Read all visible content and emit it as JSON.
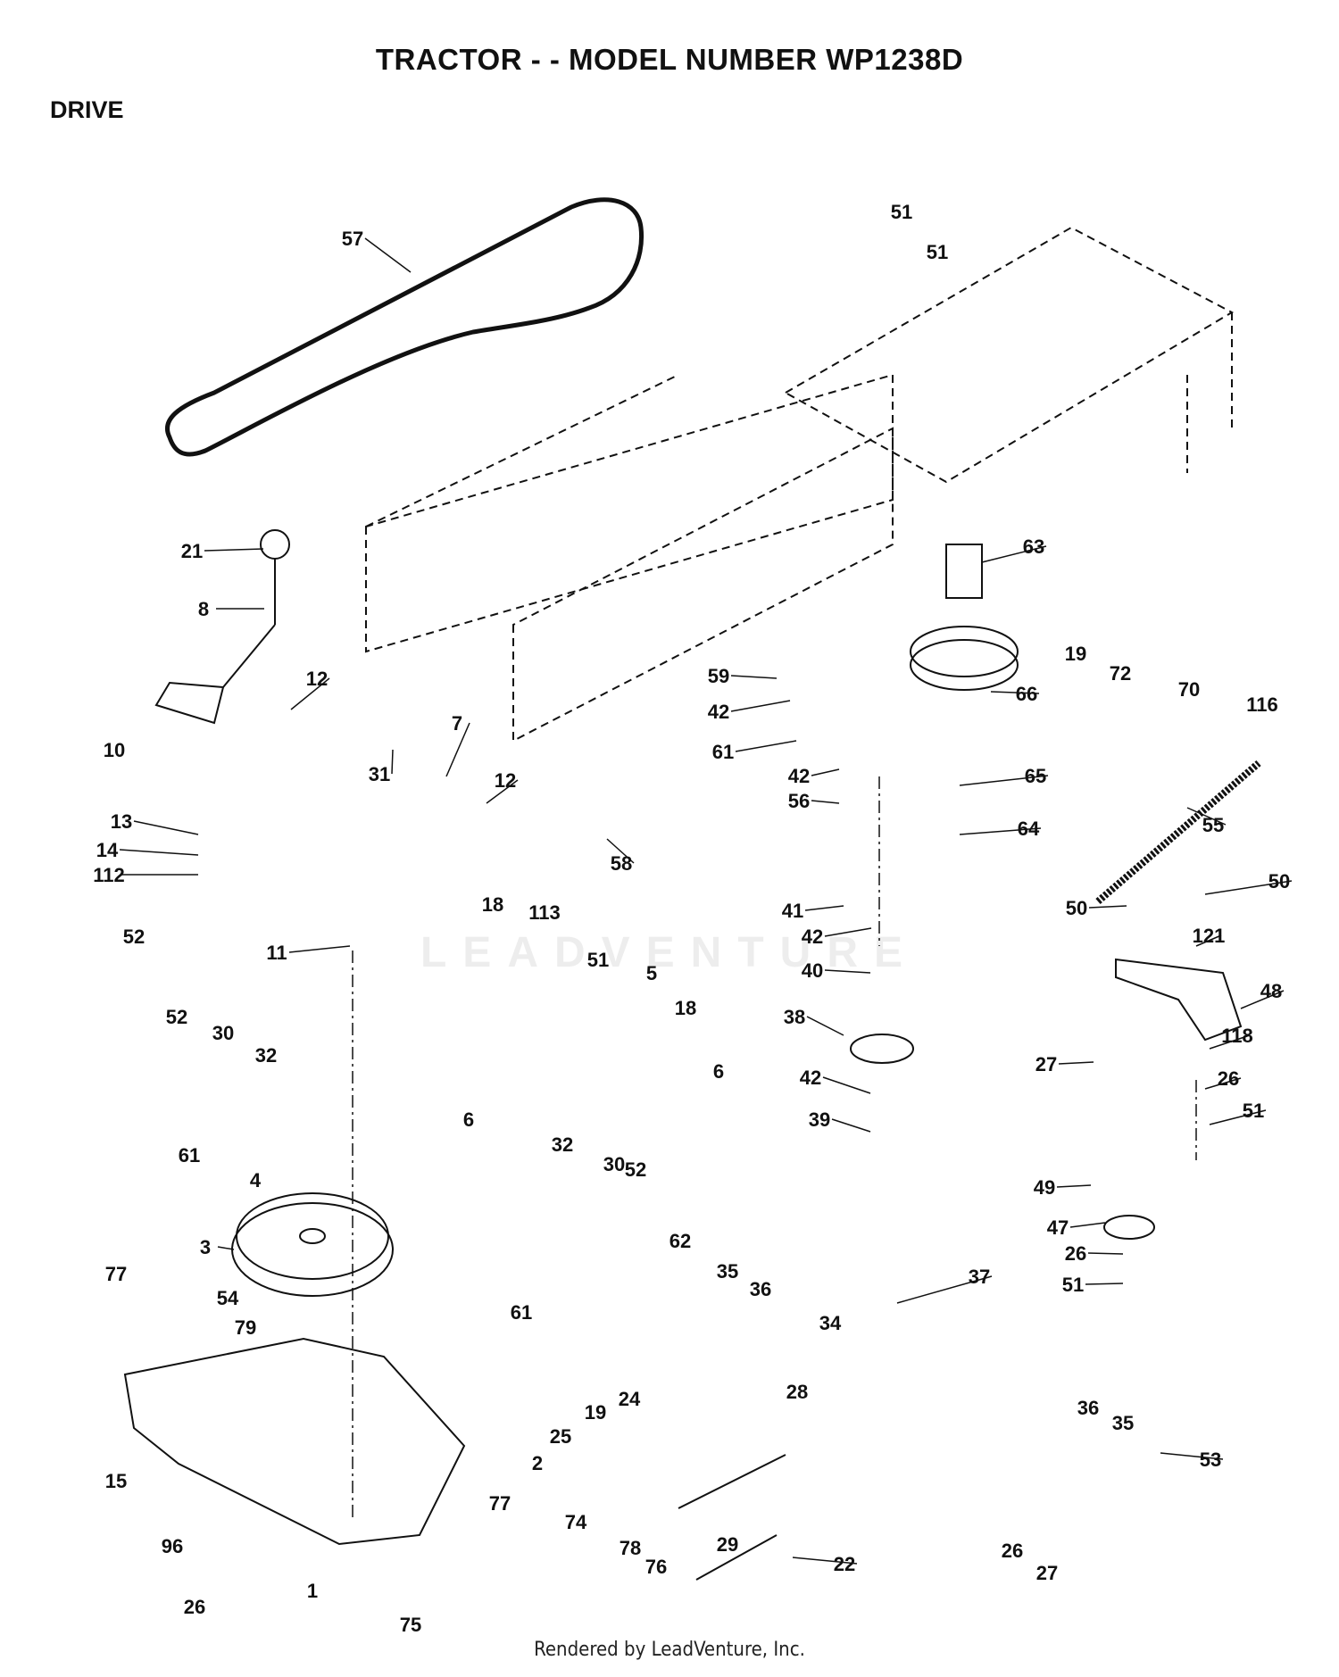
{
  "header": {
    "title": "TRACTOR - - MODEL NUMBER WP1238D",
    "section": "DRIVE"
  },
  "footer": {
    "credit": "Rendered by LeadVenture, Inc."
  },
  "watermark": {
    "text": "LEADVENTURE"
  },
  "callouts": [
    {
      "id": "c57a",
      "label": "57"
    },
    {
      "id": "c51a",
      "label": "51"
    },
    {
      "id": "c51b",
      "label": "51"
    },
    {
      "id": "c21",
      "label": "21"
    },
    {
      "id": "c8",
      "label": "8"
    },
    {
      "id": "c12a",
      "label": "12"
    },
    {
      "id": "c10",
      "label": "10"
    },
    {
      "id": "c31",
      "label": "31"
    },
    {
      "id": "c7",
      "label": "7"
    },
    {
      "id": "c13",
      "label": "13"
    },
    {
      "id": "c14",
      "label": "14"
    },
    {
      "id": "c112",
      "label": "112"
    },
    {
      "id": "c12b",
      "label": "12"
    },
    {
      "id": "c58",
      "label": "58"
    },
    {
      "id": "c63",
      "label": "63"
    },
    {
      "id": "c59",
      "label": "59"
    },
    {
      "id": "c42a",
      "label": "42"
    },
    {
      "id": "c61a",
      "label": "61"
    },
    {
      "id": "c42b",
      "label": "42"
    },
    {
      "id": "c56",
      "label": "56"
    },
    {
      "id": "c66",
      "label": "66"
    },
    {
      "id": "c19a",
      "label": "19"
    },
    {
      "id": "c72",
      "label": "72"
    },
    {
      "id": "c70",
      "label": "70"
    },
    {
      "id": "c116",
      "label": "116"
    },
    {
      "id": "c65",
      "label": "65"
    },
    {
      "id": "c64",
      "label": "64"
    },
    {
      "id": "c55",
      "label": "55"
    },
    {
      "id": "c52a",
      "label": "52"
    },
    {
      "id": "c11",
      "label": "11"
    },
    {
      "id": "c18a",
      "label": "18"
    },
    {
      "id": "c113",
      "label": "113"
    },
    {
      "id": "c51c",
      "label": "51"
    },
    {
      "id": "c5",
      "label": "5"
    },
    {
      "id": "c41",
      "label": "41"
    },
    {
      "id": "c42c",
      "label": "42"
    },
    {
      "id": "c40",
      "label": "40"
    },
    {
      "id": "c50a",
      "label": "50"
    },
    {
      "id": "c50b",
      "label": "50"
    },
    {
      "id": "c121",
      "label": "121"
    },
    {
      "id": "c48",
      "label": "48"
    },
    {
      "id": "c52b",
      "label": "52"
    },
    {
      "id": "c30a",
      "label": "30"
    },
    {
      "id": "c32a",
      "label": "32"
    },
    {
      "id": "c18b",
      "label": "18"
    },
    {
      "id": "c38",
      "label": "38"
    },
    {
      "id": "c27a",
      "label": "27"
    },
    {
      "id": "c118",
      "label": "118"
    },
    {
      "id": "c6a",
      "label": "6"
    },
    {
      "id": "c6b",
      "label": "6"
    },
    {
      "id": "c42d",
      "label": "42"
    },
    {
      "id": "c26a",
      "label": "26"
    },
    {
      "id": "c51d",
      "label": "51"
    },
    {
      "id": "c61b",
      "label": "61"
    },
    {
      "id": "c39",
      "label": "39"
    },
    {
      "id": "c4",
      "label": "4"
    },
    {
      "id": "c32b",
      "label": "32"
    },
    {
      "id": "c30b",
      "label": "30"
    },
    {
      "id": "c52c",
      "label": "52"
    },
    {
      "id": "c49",
      "label": "49"
    },
    {
      "id": "c47",
      "label": "47"
    },
    {
      "id": "c3",
      "label": "3"
    },
    {
      "id": "c62",
      "label": "62"
    },
    {
      "id": "c35a",
      "label": "35"
    },
    {
      "id": "c36a",
      "label": "36"
    },
    {
      "id": "c26b",
      "label": "26"
    },
    {
      "id": "c61c",
      "label": "61"
    },
    {
      "id": "c51e",
      "label": "51"
    },
    {
      "id": "c77a",
      "label": "77"
    },
    {
      "id": "c54",
      "label": "54"
    },
    {
      "id": "c37",
      "label": "37"
    },
    {
      "id": "c79",
      "label": "79"
    },
    {
      "id": "c34",
      "label": "34"
    },
    {
      "id": "c24",
      "label": "24"
    },
    {
      "id": "c19b",
      "label": "19"
    },
    {
      "id": "c28",
      "label": "28"
    },
    {
      "id": "c36b",
      "label": "36"
    },
    {
      "id": "c35b",
      "label": "35"
    },
    {
      "id": "c25",
      "label": "25"
    },
    {
      "id": "c53",
      "label": "53"
    },
    {
      "id": "c2",
      "label": "2"
    },
    {
      "id": "c15",
      "label": "15"
    },
    {
      "id": "c77b",
      "label": "77"
    },
    {
      "id": "c74",
      "label": "74"
    },
    {
      "id": "c29",
      "label": "29"
    },
    {
      "id": "c96",
      "label": "96"
    },
    {
      "id": "c78",
      "label": "78"
    },
    {
      "id": "c22",
      "label": "22"
    },
    {
      "id": "c26c",
      "label": "26"
    },
    {
      "id": "c27b",
      "label": "27"
    },
    {
      "id": "c76",
      "label": "76"
    },
    {
      "id": "c1",
      "label": "1"
    },
    {
      "id": "c26d",
      "label": "26"
    },
    {
      "id": "c75",
      "label": "75"
    }
  ]
}
